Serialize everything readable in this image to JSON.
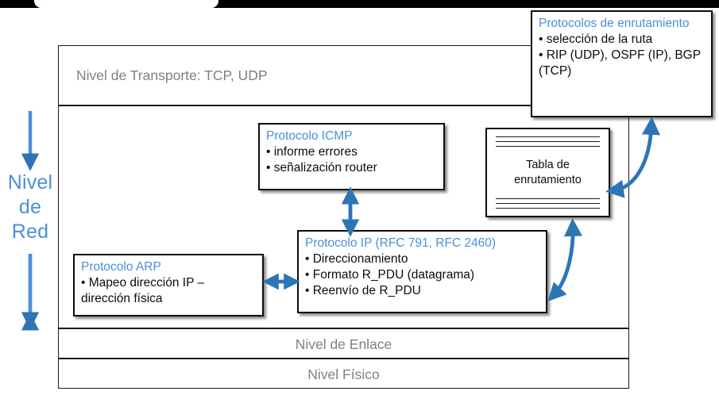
{
  "accent_blue": "#4a90d9",
  "arrow_blue": "#2e75b6",
  "layer_label_color": "#808080",
  "border_color": "#1a1a1a",
  "left_axis": {
    "label_lines": [
      "Nivel",
      "de",
      "Red"
    ],
    "arrow": "double-headed-vertical-arrow"
  },
  "layers": [
    {
      "name": "transporte",
      "label": "Nivel de Transporte: TCP, UDP",
      "align": "left"
    },
    {
      "name": "red",
      "label": "",
      "align": "center"
    },
    {
      "name": "enlace",
      "label": "Nivel de Enlace",
      "align": "center"
    },
    {
      "name": "fisico",
      "label": "Nivel Físico",
      "align": "center"
    }
  ],
  "callouts": {
    "enrutamiento": {
      "heading": "Protocolos de enrutamiento",
      "items": [
        "• selección de la ruta",
        "• RIP (UDP), OSPF (IP), BGP (TCP)"
      ]
    },
    "icmp": {
      "heading": "Protocolo ICMP",
      "items": [
        "• informe errores",
        "• señalización router"
      ]
    },
    "ip": {
      "heading": "Protocolo IP (RFC 791, RFC 2460)",
      "items": [
        "• Direccionamiento",
        "• Formato R_PDU (datagrama)",
        "• Reenvío de R_PDU"
      ]
    },
    "arp": {
      "heading": "Protocolo ARP",
      "items": [
        "• Mapeo dirección IP – dirección física"
      ]
    }
  },
  "routing_table": {
    "line1": "Tabla de",
    "line2": "enrutamiento",
    "rule_count_top": 3,
    "rule_count_bottom": 3
  },
  "connectors": [
    {
      "name": "icmp-ip",
      "kind": "double-headed-vertical-arrow"
    },
    {
      "name": "arp-ip",
      "kind": "double-headed-horizontal-arrow"
    },
    {
      "name": "ip-tabla",
      "kind": "curved-double-headed-arrow"
    },
    {
      "name": "tabla-enrutamiento",
      "kind": "curved-double-headed-arrow"
    }
  ]
}
